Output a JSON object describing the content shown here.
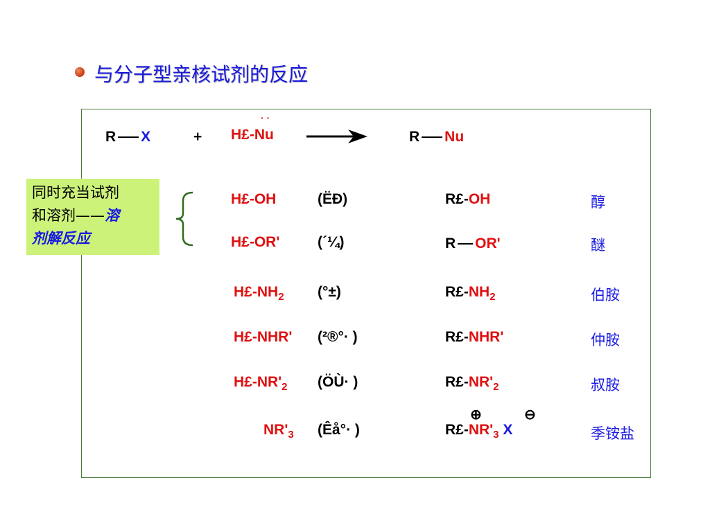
{
  "title": "与分子型亲核试剂的反应",
  "colors": {
    "title": "#1a1ae0",
    "red": "#e01010",
    "blue": "#1a1ae0",
    "note_bg": "#ccf27a",
    "frame": "#4a7a3a"
  },
  "header_reaction": {
    "r": "R",
    "x": "X",
    "plus": "+",
    "hnu_h": "H£-",
    "hnu_nu": "Nu",
    "lone_pair": "· ·",
    "prod_r": "R",
    "prod_nu": "Nu"
  },
  "note": {
    "line1": "同时充当试剂",
    "line2_a": "和溶剂——",
    "line2_b": "溶",
    "line3": "剂解反应"
  },
  "rows": [
    {
      "reagent_h": "H£-",
      "reagent_group": "OH",
      "reagent_sub": "",
      "paren": "(ËÐ)",
      "prod_r": "R£-",
      "prod_group": "OH",
      "prod_sub": "",
      "name": "醇"
    },
    {
      "reagent_h": "H£-",
      "reagent_group": "OR'",
      "reagent_sub": "",
      "paren": "(´¼)",
      "prod_r": "R",
      "prod_group": "OR'",
      "prod_sub": "",
      "name": "醚"
    },
    {
      "reagent_h": "H£-",
      "reagent_group": "NH",
      "reagent_sub": "2",
      "paren": "(°±)",
      "prod_r": "R£-",
      "prod_group": "NH",
      "prod_sub": "2",
      "name": "伯胺"
    },
    {
      "reagent_h": "H£-",
      "reagent_group": "NHR'",
      "reagent_sub": "",
      "paren": "(²®°· )",
      "prod_r": "R£-",
      "prod_group": "NHR'",
      "prod_sub": "",
      "name": "仲胺"
    },
    {
      "reagent_h": "H£-",
      "reagent_group": "NR'",
      "reagent_sub": "2",
      "paren": "(ÖÙ· )",
      "prod_r": "R£-",
      "prod_group": "NR'",
      "prod_sub": "2",
      "name": "叔胺"
    },
    {
      "reagent_h": "",
      "reagent_group": "NR'",
      "reagent_sub": "3",
      "paren": "(Êå°· )",
      "prod_r": "R£-",
      "prod_group": "NR'",
      "prod_sub": "3",
      "name": "季铵盐",
      "prod_x": "X",
      "plus_sign": "⊕",
      "minus_sign": "⊖"
    }
  ]
}
